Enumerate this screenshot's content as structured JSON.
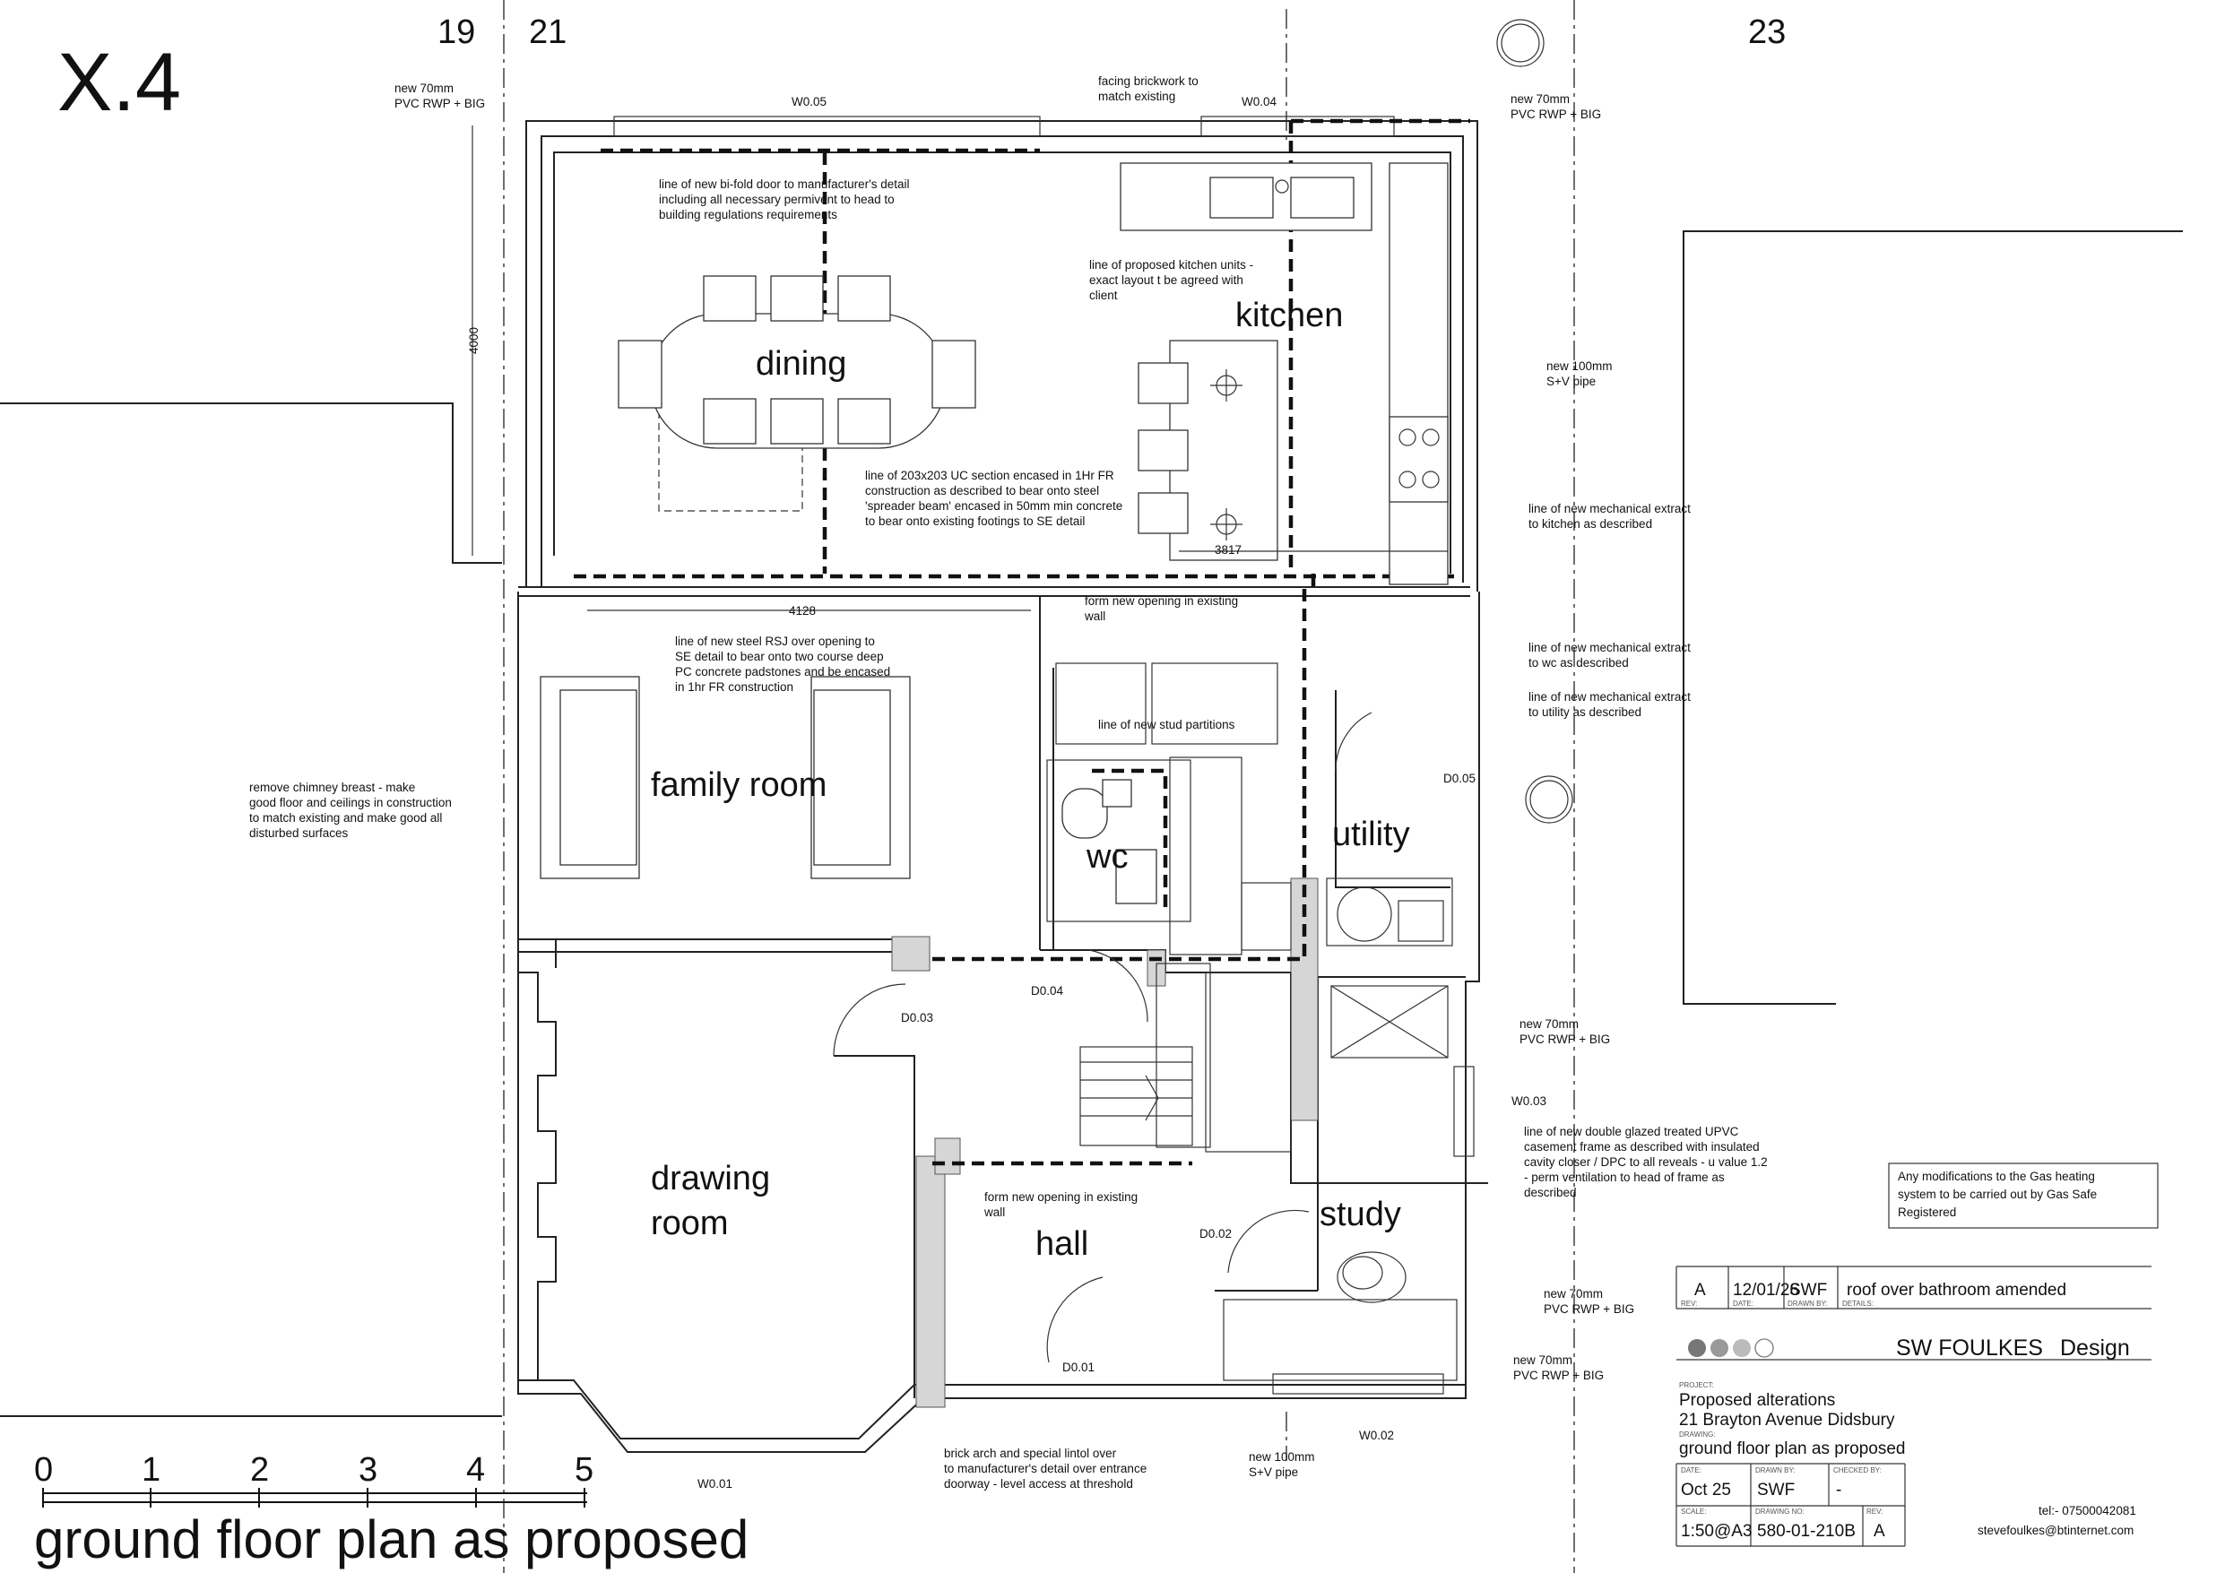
{
  "sheet": {
    "ref": "X.4",
    "plot_numbers": [
      "19",
      "21",
      "23"
    ],
    "plan_title": "ground floor plan as proposed",
    "scale_labels": [
      "0",
      "1",
      "2",
      "3",
      "4",
      "5"
    ]
  },
  "rooms": {
    "dining": "dining",
    "kitchen": "kitchen",
    "family_room": "family room",
    "wc": "wc",
    "utility": "utility",
    "drawing_room_1": "drawing",
    "drawing_room_2": "room",
    "hall": "hall",
    "study": "study"
  },
  "tags": {
    "w005": "W0.05",
    "w004": "W0.04",
    "w003": "W0.03",
    "w002": "W0.02",
    "w001": "W0.01",
    "d005": "D0.05",
    "d004": "D0.04",
    "d003": "D0.03",
    "d002": "D0.02",
    "d001": "D0.01"
  },
  "dimensions": {
    "d4000": "4000",
    "d3817": "3817",
    "d4128": "4128"
  },
  "notes": {
    "rwp_a1": "new 70mm",
    "rwp_a2": "PVC RWP + BIG",
    "rwp_b1": "new 70mm",
    "rwp_b2": "PVC RWP + BIG",
    "sv_1": "new 100mm",
    "sv_2": "S+V pipe",
    "rwp_c1": "new 70mm",
    "rwp_c2": "PVC RWP + BIG",
    "rwp_d1": "new 70mm",
    "rwp_d2": "PVC RWP + BIG",
    "rwp_e1": "new 70mm",
    "rwp_e2": "PVC RWP + BIG",
    "sv_b1": "new 100mm",
    "sv_b2": "S+V pipe",
    "brick_1": "facing brickwork to",
    "brick_2": "match existing",
    "bifold_1": "line of new bi-fold door to manufacturer's detail",
    "bifold_2": "including all necessary permivent to head to",
    "bifold_3": "building regulations requirements",
    "kunits_1": "line of proposed kitchen units -",
    "kunits_2": "exact layout t be agreed with",
    "kunits_3": "client",
    "uc_1": "line of 203x203 UC section encased in 1Hr FR",
    "uc_2": "construction as described to bear onto steel",
    "uc_3": "'spreader beam' encased in 50mm min concrete",
    "uc_4": "to bear onto existing footings to SE detail",
    "ext_k1": "line of new mechanical extract",
    "ext_k2": "to kitchen as described",
    "ext_w1": "line of new mechanical extract",
    "ext_w2": "to wc as described",
    "ext_u1": "line of new mechanical extract",
    "ext_u2": "to utility as described",
    "open_1": "form new opening in existing",
    "open_2": "wall",
    "rsj_1": "line of new steel RSJ over opening to",
    "rsj_2": "SE detail to bear onto two course deep",
    "rsj_3": "PC concrete padstones and be encased",
    "rsj_4": "in 1hr FR construction",
    "stud": "line of new stud partitions",
    "chim_1": "remove chimney breast - make",
    "chim_2": "good floor and ceilings in construction",
    "chim_3": "to match existing and make good all",
    "chim_4": "disturbed surfaces",
    "open_h1": "form new opening in existing",
    "open_h2": "wall",
    "win_1": "line of new double glazed treated UPVC",
    "win_2": "casement frame as described with insulated",
    "win_3": "cavity closer / DPC to all reveals  - u value 1.2",
    "win_4": "- perm ventilation to head of frame as",
    "win_5": "described",
    "arch_1": "brick arch and special lintol over",
    "arch_2": "to manufacturer's detail over entrance",
    "arch_3": "doorway - level access at threshold",
    "gas_1": "Any modifications to the Gas heating",
    "gas_2": "system to be carried out by Gas Safe",
    "gas_3": "Registered"
  },
  "title_block": {
    "revision": {
      "rev": "A",
      "date": "12/01/26",
      "drawn_by": "SWF",
      "details": "roof over bathroom amended",
      "h_rev": "REV:",
      "h_date": "DATE:",
      "h_drawn": "DRAWN BY:",
      "h_details": "DETAILS:"
    },
    "company_1": "SW FOULKES",
    "company_2": "Design",
    "h_project": "PROJECT:",
    "project_1": "Proposed alterations",
    "project_2": "21 Brayton Avenue Didsbury",
    "h_drawing": "DRAWING:",
    "drawing": "ground floor plan as proposed",
    "h_date": "DATE:",
    "date": "Oct 25",
    "h_drawn_by": "DRAWN BY:",
    "drawn_by": "SWF",
    "h_checked_by": "CHECKED BY:",
    "checked_by": "-",
    "h_scale": "SCALE:",
    "scale": "1:50@A3",
    "h_drawing_no": "DRAWING NO:",
    "drawing_no": "580-01-210B",
    "h_rev": "REV:",
    "rev": "A",
    "tel": "tel:- 07500042081",
    "email": "stevefoulkes@btinternet.com"
  }
}
